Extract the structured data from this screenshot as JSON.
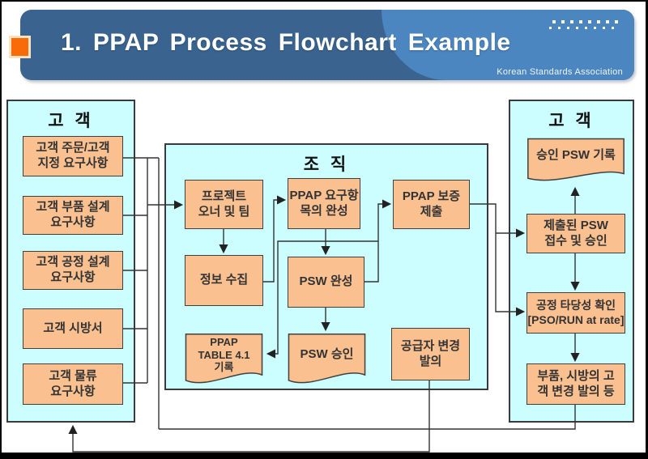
{
  "header": {
    "title": "1. PPAP  Process  Flowchart  Example",
    "association": "Korean Standards Association"
  },
  "containers": {
    "customer_left": {
      "title": "고  객"
    },
    "organization": {
      "title": "조  직"
    },
    "customer_right": {
      "title": "고  객"
    }
  },
  "nodes": {
    "l1": "고객 주문/고객\n지정 요구사항",
    "l2": "고객 부품 설계\n요구사항",
    "l3": "고객 공정 설계\n요구사항",
    "l4": "고객 시방서",
    "l5": "고객 물류\n요구사항",
    "o1": "프로젝트\n오너 및 팀",
    "o2": "PPAP 요구항\n목의 완성",
    "o3": "정보 수집",
    "o4": "PSW 완성",
    "o5": "PPAP\nTABLE 4.1\n기록",
    "o6": "PSW 승인",
    "o7": "PPAP 보증\n제출",
    "o8": "공급자 변경\n발의",
    "r1": "승인 PSW 기록",
    "r2": "제출된 PSW\n접수 및 승인",
    "r3": "공정 타당성 확인\n[PSO/RUN at rate]",
    "r4": "부품, 시방의 고\n객 변경 발의 등"
  },
  "colors": {
    "header_dark": "#3A648F",
    "header_light": "#4C86C0",
    "accent_orange": "#F96A08",
    "container_fill": "#CCFEFF",
    "node_fill": "#FAC090",
    "line": "#333333"
  }
}
